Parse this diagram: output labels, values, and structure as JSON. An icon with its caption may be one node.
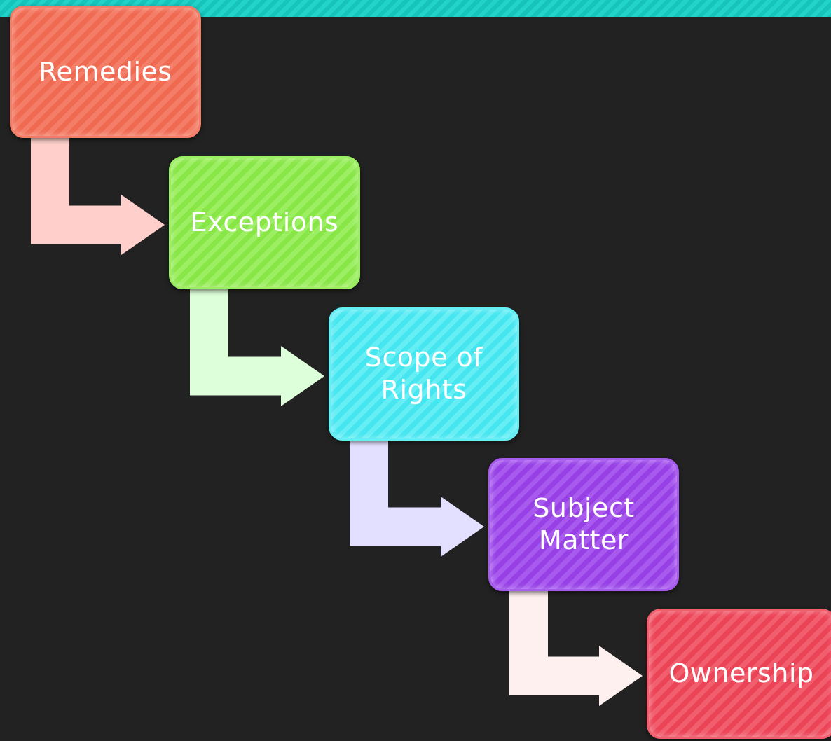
{
  "diagram": {
    "nodes": [
      {
        "text": [
          "Remedies"
        ]
      },
      {
        "text": [
          "Exceptions"
        ]
      },
      {
        "text": [
          "Scope of Rights"
        ]
      },
      {
        "text": [
          "Subject Matter"
        ]
      },
      {
        "text": [
          "Ownership"
        ]
      }
    ],
    "edges": [
      {
        "from": 0,
        "to": 1,
        "arrow": "to",
        "color": "#ffd0cb"
      },
      {
        "from": 1,
        "to": 2,
        "arrow": "to",
        "color": "#ddffd9"
      },
      {
        "from": 2,
        "to": 3,
        "arrow": "to",
        "color": "#e3e0ff"
      },
      {
        "from": 3,
        "to": 4,
        "arrow": "to",
        "color": "#fff0f0"
      }
    ]
  }
}
